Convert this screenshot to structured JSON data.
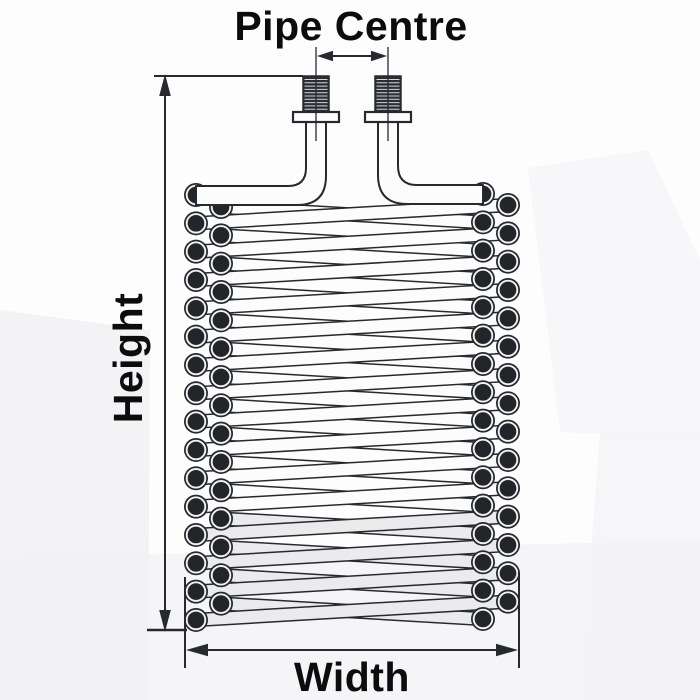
{
  "labels": {
    "pipe_centre": "Pipe Centre",
    "height": "Height",
    "width": "Width"
  },
  "coil": {
    "description": "serpentine tube coil, front view, two vertical inlet/outlet stubs with threaded fittings on top",
    "visible_tube_rows": 16,
    "left_end_columns": 2,
    "right_end_columns": 2,
    "shaded_bottom_rows": 4
  },
  "colors": {
    "ink": "#26292d",
    "tube_end_fill": "#22252a",
    "tube_ring": "#f2f2f3",
    "tube_fill": "#fcfcfd",
    "tube_fill_shaded": "#ebebed",
    "thread_fill": "#2b2e33",
    "thread_ridge": "#d5d6d9",
    "background": "#fdfdfe",
    "wash": "#f2f2f4"
  }
}
